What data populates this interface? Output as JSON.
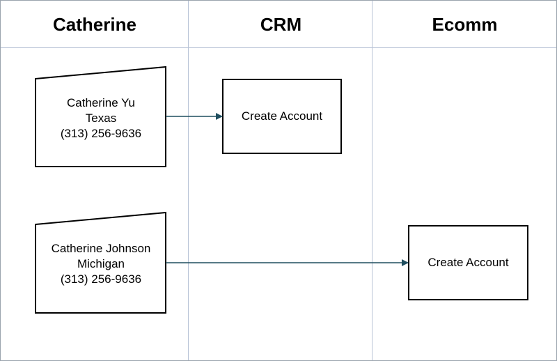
{
  "lanes": [
    {
      "title": "Catherine"
    },
    {
      "title": "CRM"
    },
    {
      "title": "Ecomm"
    }
  ],
  "inputs": [
    {
      "name": "Catherine Yu",
      "state": "Texas",
      "phone": "(313) 256-9636"
    },
    {
      "name": "Catherine Johnson",
      "state": "Michigan",
      "phone": "(313) 256-9636"
    }
  ],
  "processes": [
    {
      "label": "Create Account",
      "lane": "CRM"
    },
    {
      "label": "Create Account",
      "lane": "Ecomm"
    }
  ],
  "colors": {
    "lane_line": "#b8c3d6",
    "connector": "#1f4e5f",
    "shape_stroke": "#000000"
  }
}
